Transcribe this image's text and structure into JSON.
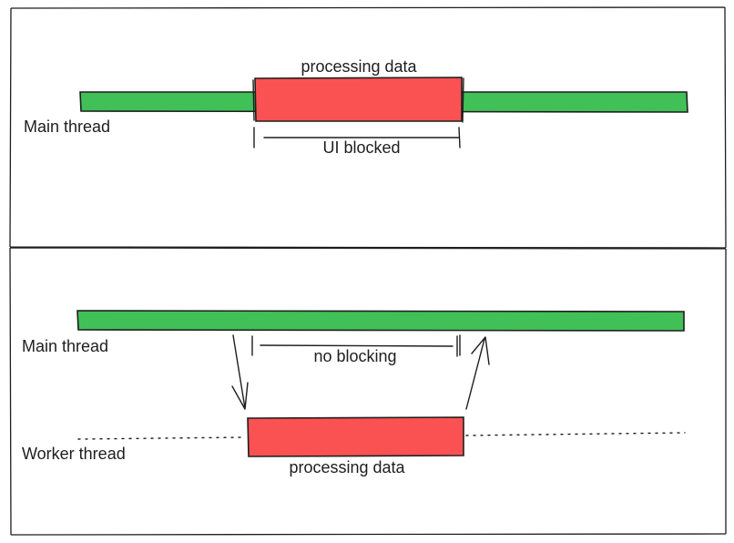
{
  "panels": [
    {
      "main_thread_label": "Main thread",
      "task_label": "processing data",
      "span_label": "UI blocked"
    },
    {
      "main_thread_label": "Main thread",
      "span_label": "no blocking",
      "worker_thread_label": "Worker thread",
      "task_label": "processing data"
    }
  ],
  "colors": {
    "thread_bar": "#40c057",
    "task_block": "#fa5252",
    "ink": "#1e1e1e"
  }
}
